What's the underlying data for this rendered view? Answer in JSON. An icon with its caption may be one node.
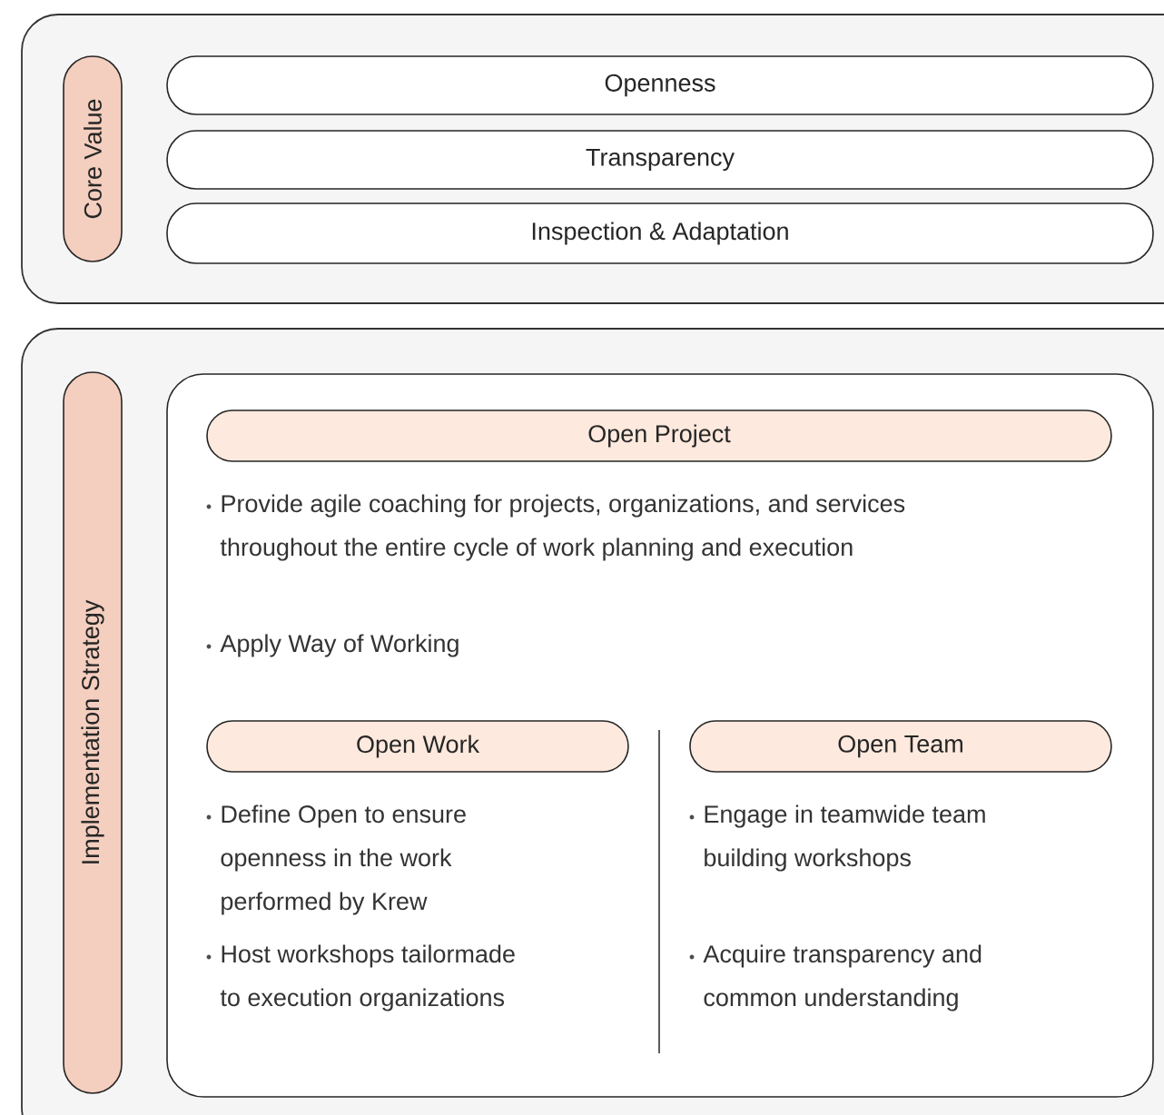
{
  "diagram": {
    "nodes": [
      {
        "text": [],
        "shape": "box"
      },
      {
        "text": [
          "Core Value"
        ],
        "in": 0
      },
      {
        "text": [
          "Openness"
        ],
        "in": 0
      },
      {
        "text": [
          "Transparency"
        ],
        "in": 0
      },
      {
        "text": [
          "Inspection & Adaptation"
        ],
        "in": 0
      },
      {
        "text": [],
        "shape": "box"
      },
      {
        "text": [
          "Implementation Strategy"
        ],
        "in": 5
      },
      {
        "text": [],
        "shape": "box",
        "in": 5
      },
      {
        "text": [
          "Open Project"
        ],
        "in": 7,
        "beside": [
          "Provide agile coaching for projects, organizations, and services throughout the entire cycle of work planning and execution",
          "Apply Way of Working"
        ]
      },
      {
        "text": [
          "Open Work"
        ],
        "in": 7,
        "beside": [
          "Define Open to ensure openness in the work performed by Krew",
          "Host workshops tailormade to execution organizations"
        ]
      },
      {
        "text": [
          "Open Team"
        ],
        "in": 7,
        "beside": [
          "Engage in teamwide team building workshops",
          "Acquire transparency and common understanding"
        ]
      }
    ],
    "edges": []
  }
}
